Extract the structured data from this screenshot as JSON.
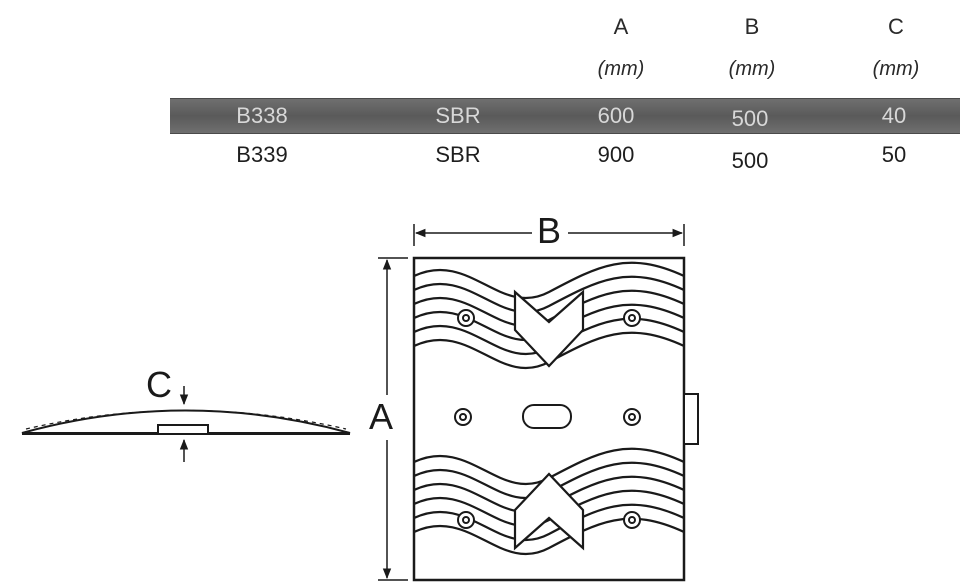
{
  "table": {
    "headers": [
      {
        "letter": "A",
        "unit": "(mm)"
      },
      {
        "letter": "B",
        "unit": "(mm)"
      },
      {
        "letter": "C",
        "unit": "(mm)"
      }
    ],
    "rows": [
      {
        "code": "B338",
        "material": "SBR",
        "a": "600",
        "b": "500",
        "c": "40",
        "highlight": true
      },
      {
        "code": "B339",
        "material": "SBR",
        "a": "900",
        "b": "500",
        "c": "50",
        "highlight": false
      }
    ]
  },
  "diagram": {
    "label_a": "A",
    "label_b": "B",
    "label_c": "C"
  },
  "colors": {
    "row_highlight": "#666666",
    "line": "#1a1a1a"
  }
}
